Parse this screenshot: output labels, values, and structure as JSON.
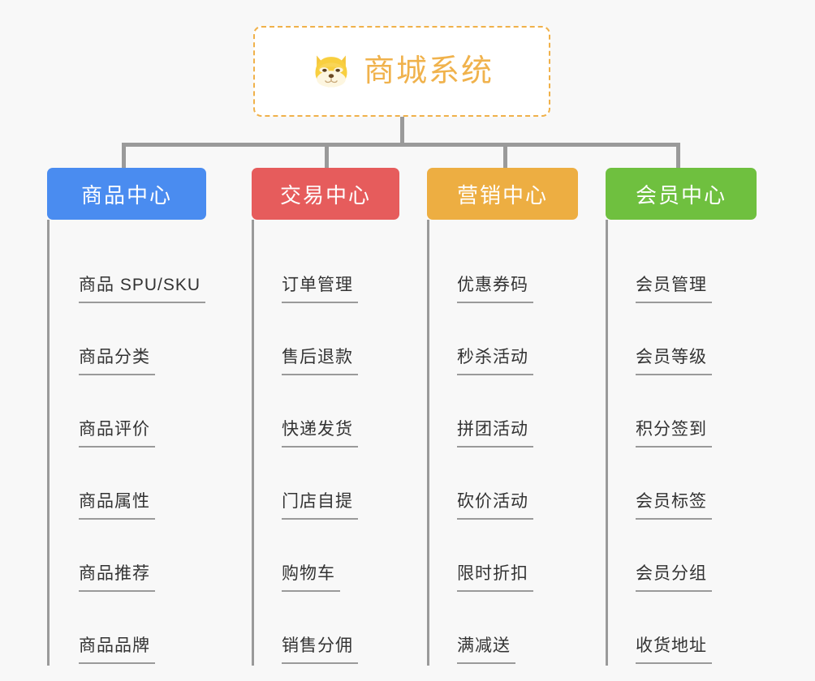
{
  "root": {
    "title": "商城系统",
    "icon": "shiba-dog-icon",
    "accent_color": "#f0b24c",
    "border_style": "dashed"
  },
  "connector_color": "#9a9a9a",
  "background_color": "#f8f8f8",
  "branches": [
    {
      "label": "商品中心",
      "color": "#4A8CF0",
      "children": [
        "商品 SPU/SKU",
        "商品分类",
        "商品评价",
        "商品属性",
        "商品推荐",
        "商品品牌"
      ]
    },
    {
      "label": "交易中心",
      "color": "#E65C5C",
      "children": [
        "订单管理",
        "售后退款",
        "快递发货",
        "门店自提",
        "购物车",
        "销售分佣"
      ]
    },
    {
      "label": "营销中心",
      "color": "#EDAE42",
      "children": [
        "优惠券码",
        "秒杀活动",
        "拼团活动",
        "砍价活动",
        "限时折扣",
        "满减送"
      ]
    },
    {
      "label": "会员中心",
      "color": "#6FC03F",
      "children": [
        "会员管理",
        "会员等级",
        "积分签到",
        "会员标签",
        "会员分组",
        "收货地址"
      ]
    }
  ]
}
